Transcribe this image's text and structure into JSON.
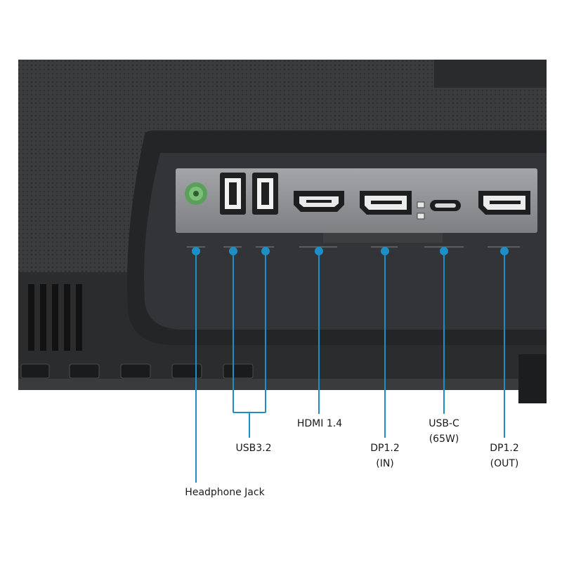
{
  "colors": {
    "accent_line": "#1e8fc6",
    "monitor_body": "#2e2f31",
    "monitor_shell": "#3a3b3d",
    "port_panel": "#8f9195",
    "headphone_ring": "#5aa05a"
  },
  "callouts": {
    "headphone": {
      "line1": "Headphone Jack"
    },
    "usb": {
      "line1": "USB3.2"
    },
    "hdmi": {
      "line1": "HDMI 1.4"
    },
    "dp_in": {
      "line1": "DP1.2",
      "line2": "(IN)"
    },
    "usb_c": {
      "line1": "USB-C",
      "line2": "(65W)"
    },
    "dp_out": {
      "line1": "DP1.2",
      "line2": "(OUT)"
    }
  }
}
